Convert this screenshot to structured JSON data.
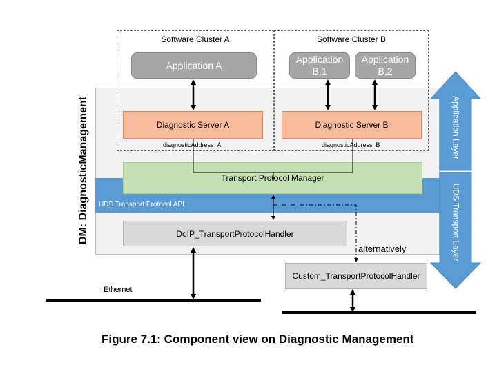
{
  "module_label": "DM: DiagnosticManagement",
  "cluster_a": {
    "title": "Software Cluster A",
    "application": "Application A",
    "server": "Diagnostic Server A",
    "address": "diagnosticAddress_A"
  },
  "cluster_b": {
    "title": "Software Cluster B",
    "application_1": "Application B.1",
    "application_2": "Application B.2",
    "server": "Diagnostic Server B",
    "address": "diagnosticAddress_B"
  },
  "transport_protocol_manager": "Transport Protocol Manager",
  "uds_api_label": "UDS Transport Protocol API",
  "doip_handler": "DoIP_TransportProtocolHandler",
  "custom_handler": "Custom_TransportProtocolHandler",
  "alternatively_label": "alternatively",
  "ethernet_label": "Ethernet",
  "application_layer_arrow": "Application Layer",
  "uds_transport_layer_arrow": "UDS Transport Layer",
  "caption": "Figure 7.1: Component view on Diagnostic Management",
  "colors": {
    "dm_background": "#f2f2f2",
    "uds_band": "#5b9bd5",
    "application": "#a6a6a6",
    "diagnostic_server": "#f8bb9c",
    "transport_manager": "#c5e0b3",
    "handler": "#d9d9d9",
    "layer_arrow": "#5b9bd5"
  }
}
